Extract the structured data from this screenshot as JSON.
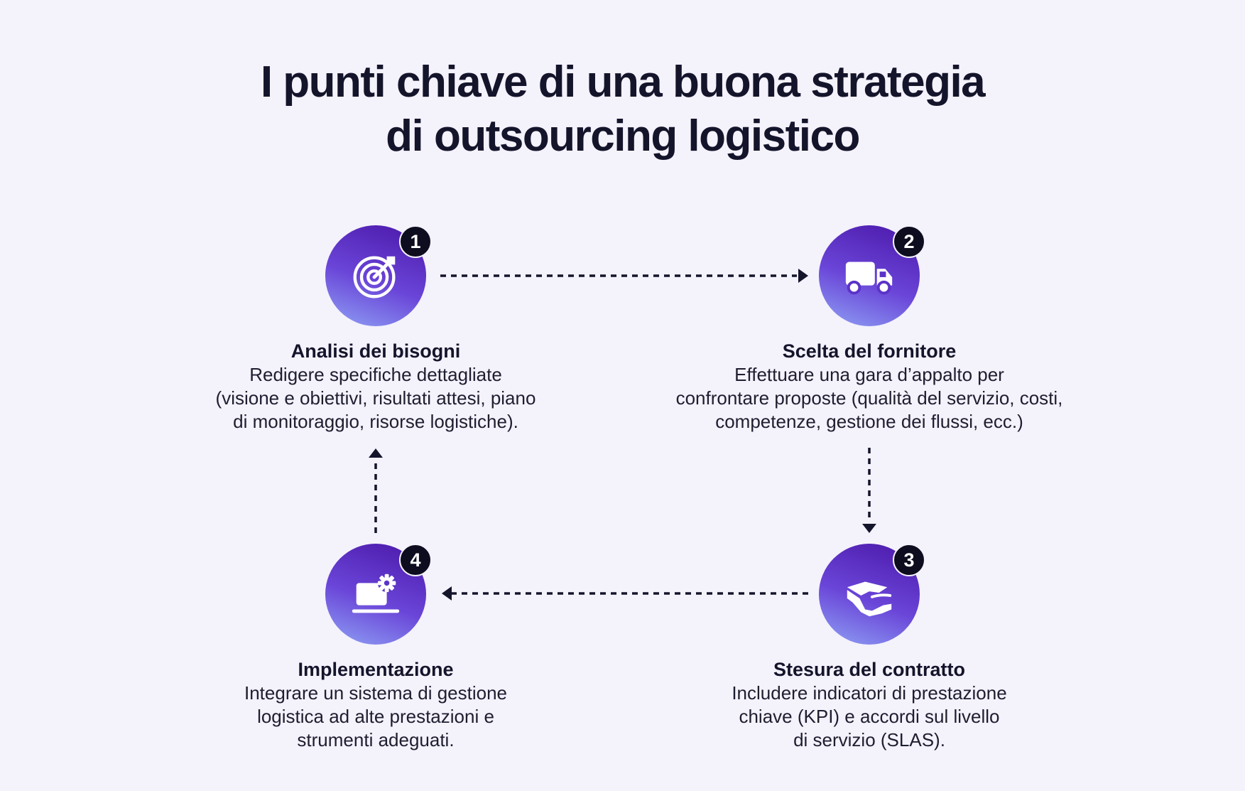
{
  "title": {
    "line1": "I punti chiave di una buona strategia",
    "line2": "di outsourcing logistico"
  },
  "steps": [
    {
      "number": "1",
      "icon": "target-icon",
      "title": "Analisi dei bisogni",
      "desc": [
        "Redigere specifiche dettagliate",
        "(visione e obiettivi, risultati attesi, piano",
        "di monitoraggio, risorse logistiche)."
      ]
    },
    {
      "number": "2",
      "icon": "truck-icon",
      "title": "Scelta del fornitore",
      "desc": [
        "Effettuare una gara d’appalto per",
        "confrontare proposte (qualità del servizio, costi,",
        "competenze, gestione dei flussi, ecc.)"
      ]
    },
    {
      "number": "3",
      "icon": "handshake-icon",
      "title": "Stesura del contratto",
      "desc": [
        "Includere indicatori di prestazione",
        "chiave (KPI) e accordi sul livello",
        "di servizio (SLAS)."
      ]
    },
    {
      "number": "4",
      "icon": "laptop-gear-icon",
      "title": "Implementazione",
      "desc": [
        "Integrare un sistema di gestione",
        "logistica ad alte prestazioni e",
        "strumenti adeguati."
      ]
    }
  ],
  "colors": {
    "background": "#f4f2fb",
    "circle_gradient_top": "#4a17a8",
    "circle_gradient_bottom": "#8fa2f5",
    "badge": "#0d0d1f",
    "text": "#14142b"
  }
}
